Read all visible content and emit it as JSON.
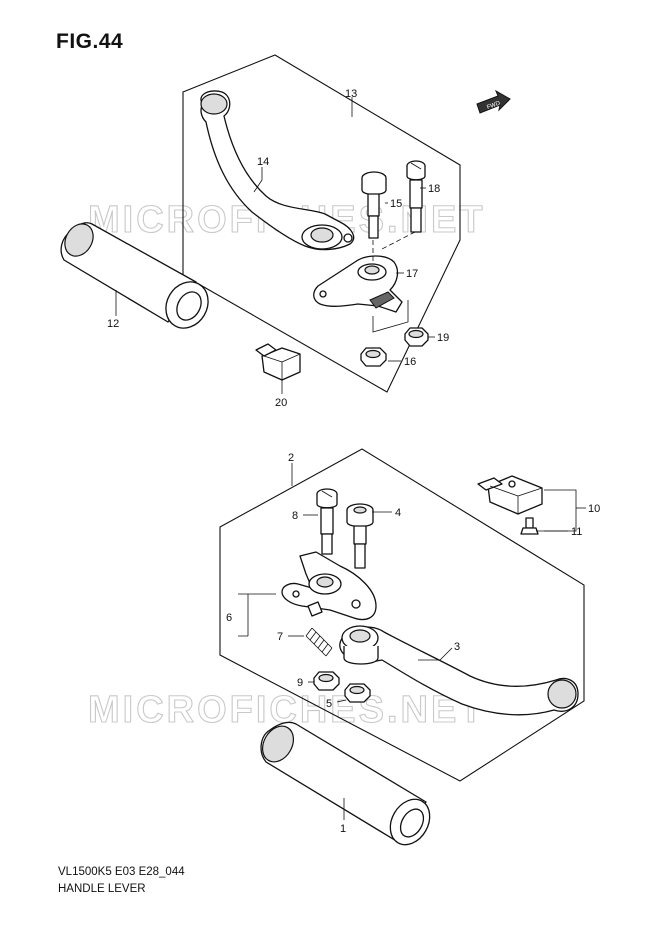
{
  "figure_title": "FIG.44",
  "model_code": "VL1500K5 E03 E28_044",
  "section_title": "HANDLE LEVER",
  "watermark": "MICROFICHES.NET",
  "fwd_badge": "FWD",
  "callouts": [
    "1",
    "2",
    "3",
    "4",
    "5",
    "6",
    "7",
    "8",
    "9",
    "10",
    "11",
    "12",
    "13",
    "14",
    "15",
    "16",
    "17",
    "18",
    "19",
    "20"
  ]
}
